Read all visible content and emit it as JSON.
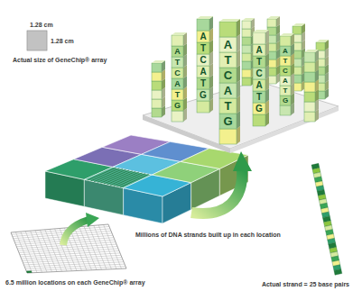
{
  "diagram": {
    "labels": [
      "1.28 cm",
      "1.28 cm",
      "Actual size of GeneChip® array",
      "Millions of DNA strands built up in each location",
      "6.5 million locations on each GeneChip® array",
      "Actual strand = 25 base pairs",
      "A",
      "T",
      "C",
      "A",
      "T",
      "G",
      "A",
      "T",
      "C",
      "A",
      "T",
      "G",
      "A",
      "T",
      "C",
      "A",
      "T",
      "G",
      "A",
      "T",
      "C",
      "A",
      "T",
      "G",
      "A",
      "T",
      "C",
      "A",
      "T",
      "G"
    ]
  }
}
